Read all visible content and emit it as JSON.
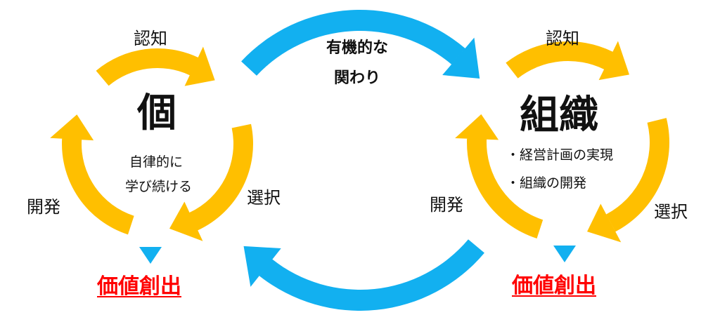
{
  "colors": {
    "cycle_arrow": "#FFBF00",
    "connector_arrow": "#12B0F0",
    "marker": "#12B0F0",
    "value_text": "#FF0000",
    "text": "#111111"
  },
  "individual": {
    "title": "個",
    "description": [
      "自律的に",
      "学び続ける"
    ],
    "steps": {
      "recognize": "認知",
      "select": "選択",
      "develop": "開発"
    },
    "value_label": "価値創出"
  },
  "organization": {
    "title": "組織",
    "description": [
      "・経営計画の実現",
      "・組織の開発"
    ],
    "steps": {
      "recognize": "認知",
      "select": "選択",
      "develop": "開発"
    },
    "value_label": "価値創出"
  },
  "interaction": {
    "lines": [
      "有機的な",
      "関わり"
    ]
  }
}
